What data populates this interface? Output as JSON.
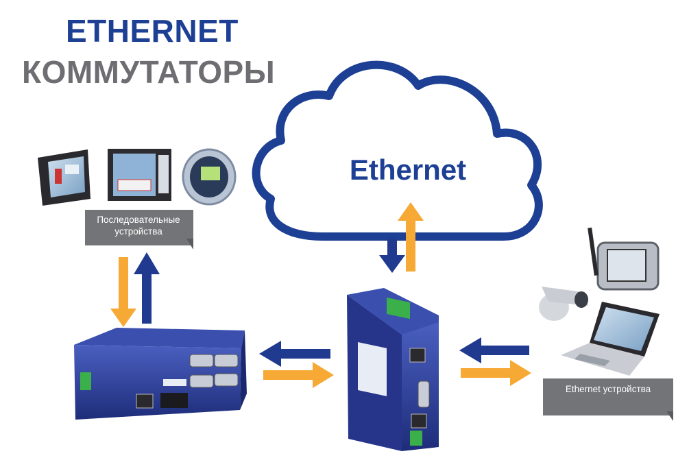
{
  "title": {
    "line1": "ETHERNET",
    "line2": "КОММУТАТОРЫ"
  },
  "cloud": {
    "label": "Ethernet"
  },
  "callouts": {
    "serial_devices": "Последовательные устройства",
    "ethernet_devices": "Ethernet устройства"
  },
  "colors": {
    "title_blue": "#1d3f94",
    "title_gray": "#6e6e72",
    "arrow_blue": "#1f3a8f",
    "arrow_orange": "#f6a934",
    "device_blue": "#2b3f9a",
    "callout_gray": "#737477"
  },
  "icons": {
    "cloud": "cloud-icon",
    "hmi_panel": "hmi-panel-icon",
    "touch_panel": "touch-panel-icon",
    "power_meter": "power-meter-icon",
    "serial_server": "serial-device-server-icon",
    "switch": "industrial-switch-icon",
    "payment_terminal": "payment-terminal-icon",
    "camera": "security-camera-icon",
    "laptop": "laptop-icon"
  }
}
